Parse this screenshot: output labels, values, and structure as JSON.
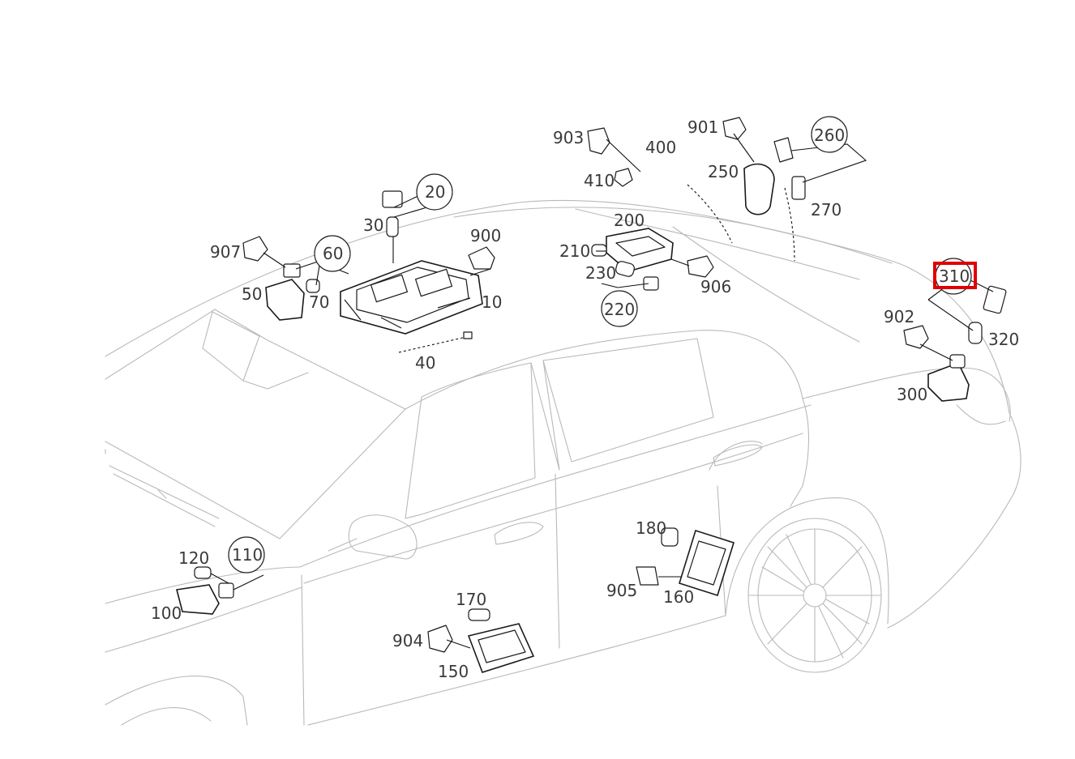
{
  "diagram": {
    "callouts": [
      "20",
      "30",
      "10",
      "40",
      "50",
      "60",
      "70",
      "100",
      "110",
      "120",
      "150",
      "160",
      "170",
      "180",
      "200",
      "210",
      "220",
      "230",
      "250",
      "260",
      "270",
      "300",
      "310",
      "320",
      "400",
      "410",
      "900",
      "901",
      "902",
      "903",
      "904",
      "905",
      "906",
      "907"
    ],
    "highlighted_callout": "310",
    "highlight_color": "#e00000",
    "line_color": "#b9b9b9",
    "part_color": "#1a1a1a"
  }
}
